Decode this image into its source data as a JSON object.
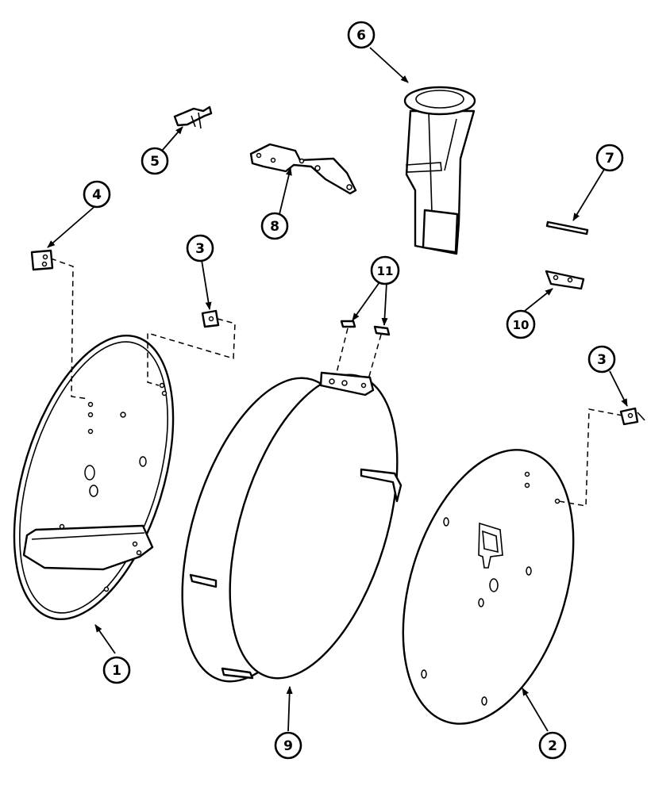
{
  "callouts": [
    {
      "id": "1",
      "label": "1"
    },
    {
      "id": "2",
      "label": "2"
    },
    {
      "id": "3a",
      "label": "3"
    },
    {
      "id": "3b",
      "label": "3"
    },
    {
      "id": "4",
      "label": "4"
    },
    {
      "id": "5",
      "label": "5"
    },
    {
      "id": "6",
      "label": "6"
    },
    {
      "id": "7",
      "label": "7"
    },
    {
      "id": "8",
      "label": "8"
    },
    {
      "id": "9",
      "label": "9"
    },
    {
      "id": "10",
      "label": "10"
    },
    {
      "id": "11",
      "label": "11"
    }
  ]
}
